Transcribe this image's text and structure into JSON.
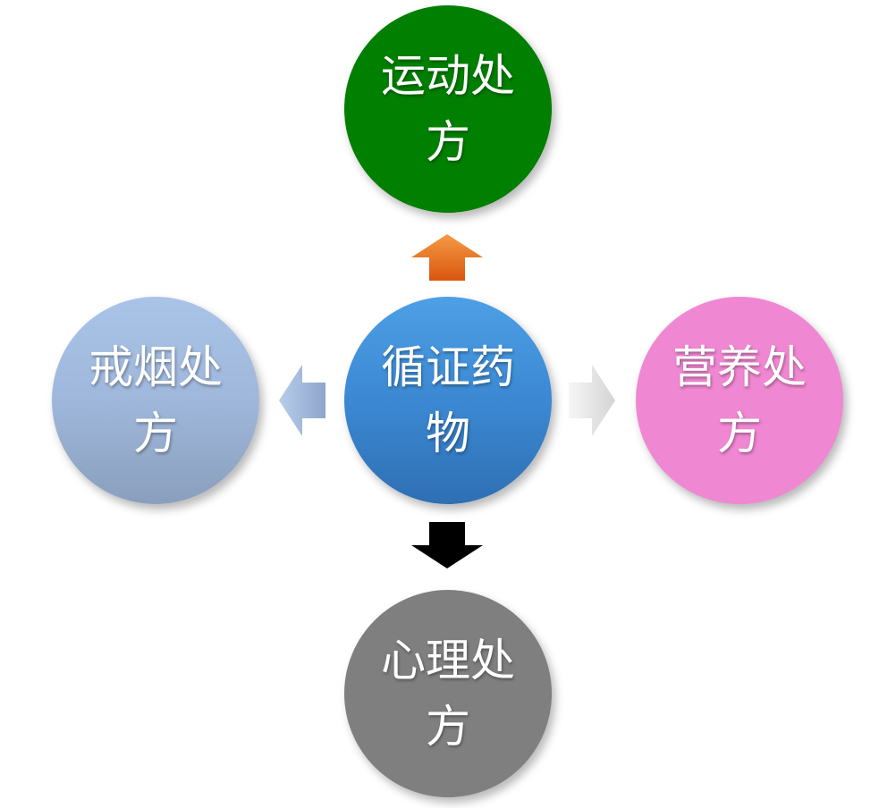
{
  "diagram": {
    "center": {
      "label": "循证药物",
      "color": "#3a86d0"
    },
    "top": {
      "label": "运动处方",
      "color": "#007f00"
    },
    "bottom": {
      "label": "心理处方",
      "color": "#7f7f7f"
    },
    "left": {
      "label": "戒烟处方",
      "color": "#9fb7db"
    },
    "right": {
      "label": "营养处方",
      "color": "#f087d2"
    },
    "arrows": {
      "up": {
        "color": "#e8681a"
      },
      "down": {
        "color": "#000000"
      },
      "left": {
        "color": "#9db3d6"
      },
      "right": {
        "color": "#e6e6e6"
      }
    }
  }
}
